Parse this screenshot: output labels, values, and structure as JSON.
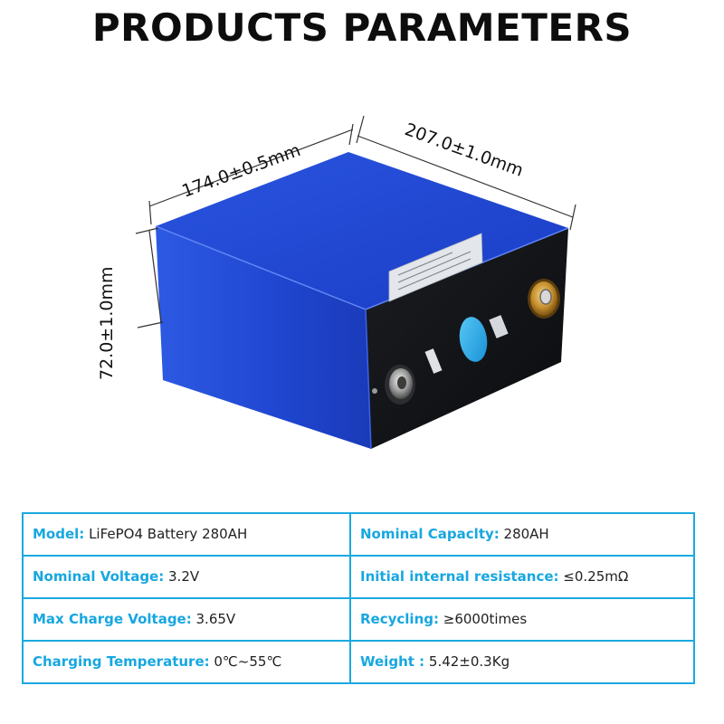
{
  "title": "PRODUCTS PARAMETERS",
  "dimensions": {
    "length": "174.0±0.5mm",
    "width": "207.0±1.0mm",
    "height": "72.0±1.0mm"
  },
  "colors": {
    "accent": "#1aa9e0",
    "battery_blue": "#1f3fc8",
    "terminal_face": "#141618"
  },
  "specs": [
    {
      "left": {
        "label": "Model:",
        "value": " LiFePO4 Battery 280AH"
      },
      "right": {
        "label": "Nominal  Capaclty:",
        "value": " 280AH"
      }
    },
    {
      "left": {
        "label": "Nominal Voltage:",
        "value": " 3.2V"
      },
      "right": {
        "label": "Initial internal resistance:",
        "value": "  ≤0.25mΩ"
      }
    },
    {
      "left": {
        "label": "Max Charge Voltage:",
        "value": " 3.65V"
      },
      "right": {
        "label": "Recycling:",
        "value": "  ≥6000times"
      }
    },
    {
      "left": {
        "label": "Charging Temperature:",
        "value": " 0℃~55℃"
      },
      "right": {
        "label": "Weight :",
        "value": " 5.42±0.3Kg"
      }
    }
  ]
}
